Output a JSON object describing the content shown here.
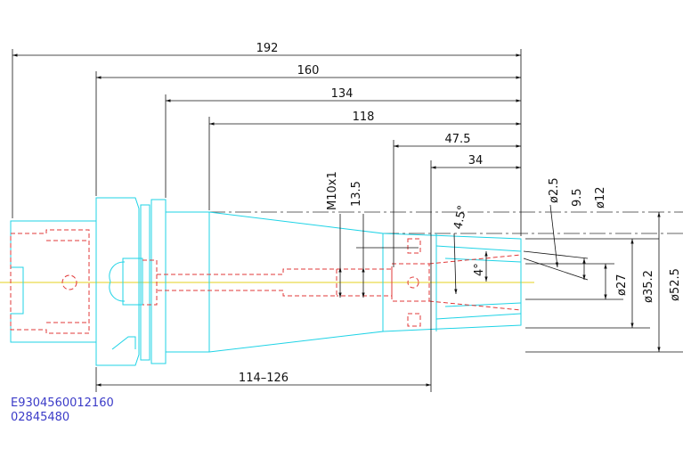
{
  "dimensions": {
    "overall": "192",
    "flange_to_tip": "160",
    "d134": "134",
    "d118": "118",
    "d47_5": "47.5",
    "d34": "34",
    "bottom_range": "114–126",
    "m10": "M10x1",
    "d13_5": "13.5",
    "angle_4_5": "4.5°",
    "angle_4": "4°",
    "dia_2_5": "ø2.5",
    "d9_5": "9.5",
    "dia_12": "ø12",
    "dia_27": "ø27",
    "dia_35_2": "ø35.2",
    "dia_52_5": "ø52.5"
  },
  "codes": {
    "line1": "E9304560012160",
    "line2": "02845480"
  },
  "colors": {
    "outline": "#1fd3e6",
    "hidden": "#e23a3a",
    "centerline": "#e6d21f",
    "dimension": "#111111",
    "code_text": "#3b3bc8"
  }
}
